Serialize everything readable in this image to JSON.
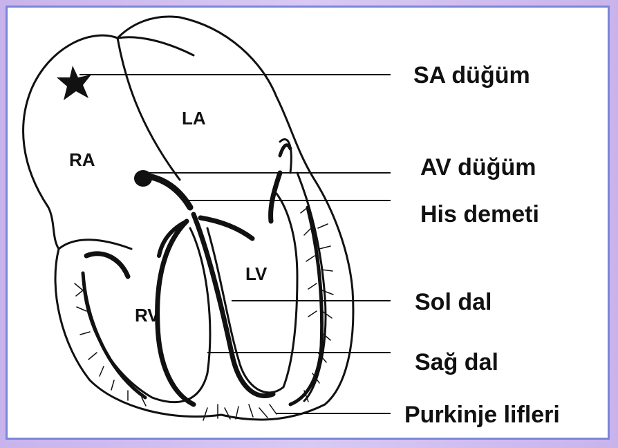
{
  "heart": {
    "chambers": {
      "ra": "RA",
      "la": "LA",
      "rv": "RV",
      "lv": "LV"
    }
  },
  "labels": {
    "sa_node": "SA düğüm",
    "av_node": "AV düğüm",
    "his_bundle": "His demeti",
    "left_branch": "Sol dal",
    "right_branch": "Sağ dal",
    "purkinje": "Purkinje lifleri"
  }
}
